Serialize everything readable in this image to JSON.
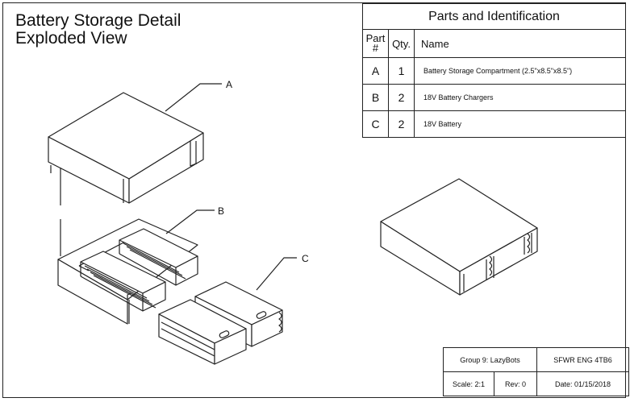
{
  "title": {
    "line1": "Battery Storage Detail",
    "line2": "Exploded View"
  },
  "parts_table": {
    "heading": "Parts and Identification",
    "col_part_line1": "Part",
    "col_part_line2": "#",
    "col_qty": "Qty.",
    "col_name": "Name",
    "rows": [
      {
        "part": "A",
        "qty": "1",
        "name": "Battery Storage Compartment (2.5\"x8.5\"x8.5\")"
      },
      {
        "part": "B",
        "qty": "2",
        "name": "18V Battery Chargers"
      },
      {
        "part": "C",
        "qty": "2",
        "name": "18V Battery"
      }
    ]
  },
  "callouts": {
    "a": "A",
    "b": "B",
    "c": "C"
  },
  "title_block": {
    "group": "Group 9: LazyBots",
    "course": "SFWR ENG 4TB6",
    "scale": "Scale: 2:1",
    "rev": "Rev: 0",
    "date": "Date: 01/15/2018"
  }
}
